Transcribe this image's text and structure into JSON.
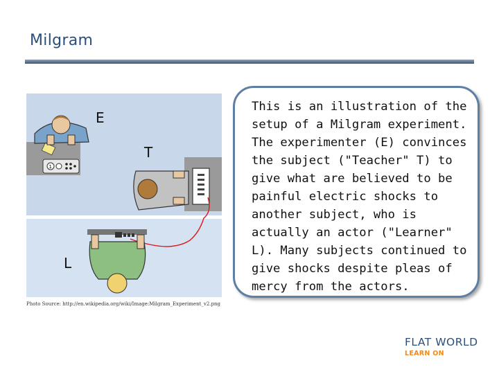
{
  "slide": {
    "title": "Milgram",
    "caption": "Photo Source: http://en.wikipedia.org/wiki/Image:Milgram_Experiment_v2.png",
    "body": "This is an illustration of the setup of a Milgram experiment. The experimenter (E) convinces the subject (\"Teacher\" T) to give what are believed to be painful electric shocks to another subject, who is actually an actor (\"Learner\" L). Many subjects continued to give shocks despite pleas of mercy from the actors."
  },
  "illustration": {
    "label_e": "E",
    "label_t": "T",
    "label_l": "L",
    "device_number": "1"
  },
  "logo": {
    "line1": "FLAT WORLD",
    "line2": "LEARN ON"
  },
  "colors": {
    "title": "#2a4f7a",
    "rule": "#3f5672",
    "bubble_border": "#5c7fa3",
    "logo_accent": "#f08a1c"
  }
}
